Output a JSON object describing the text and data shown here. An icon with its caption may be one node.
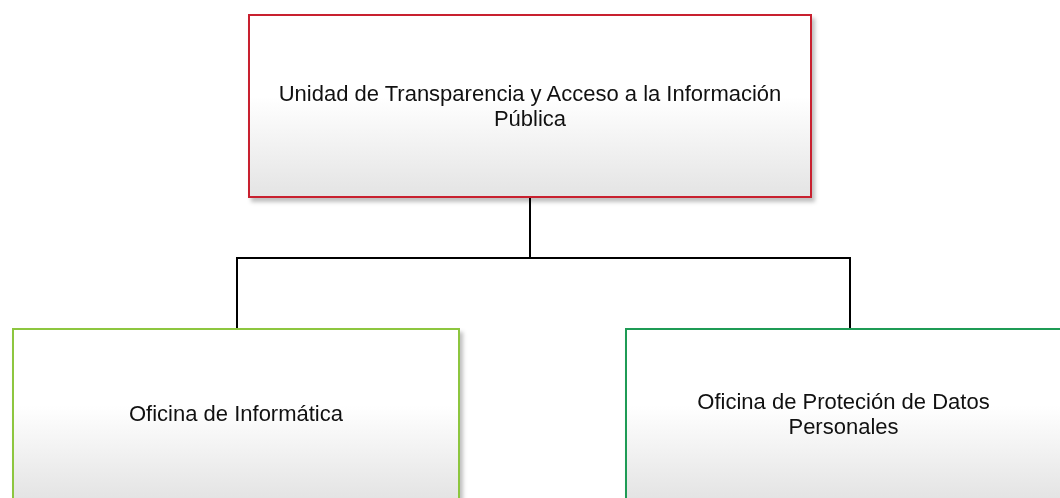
{
  "diagram": {
    "nodes": [
      {
        "text": [
          "Unidad de Transparencia y Acceso a la Información Pública"
        ]
      },
      {
        "text": [
          "Oficina de Informática"
        ]
      },
      {
        "text": [
          "Oficina de Proteción de Datos Personales"
        ]
      }
    ],
    "edges": [
      {
        "from": 0,
        "to": 1,
        "arrow": "none"
      },
      {
        "from": 0,
        "to": 2,
        "arrow": "none"
      }
    ]
  }
}
